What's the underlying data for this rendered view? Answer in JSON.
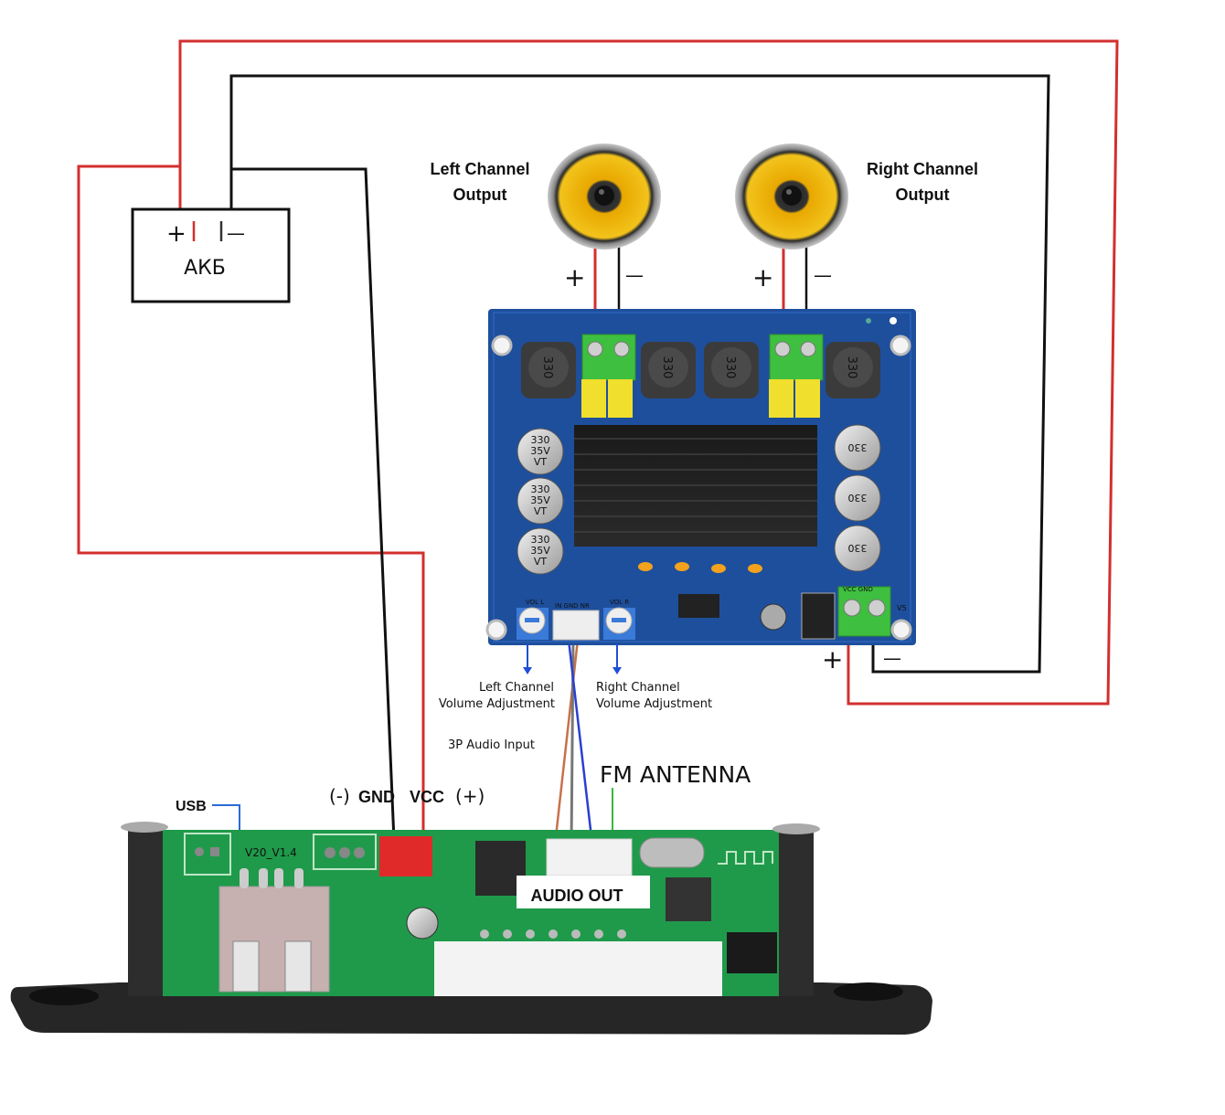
{
  "battery": {
    "label": "АКБ",
    "plus": "+",
    "minus": "—"
  },
  "speakers": {
    "left": {
      "label_line1": "Left Channel",
      "label_line2": "Output",
      "plus": "+",
      "minus": "—"
    },
    "right": {
      "label_line1": "Right Channel",
      "label_line2": "Output",
      "plus": "+",
      "minus": "—"
    }
  },
  "amplifier": {
    "inductor_marking": "330",
    "capacitor_marking": [
      "330",
      "35V",
      "VT"
    ],
    "pot_left_label": "VOL L",
    "pot_right_label": "VOL R",
    "input_connector_label": "IN GND NR",
    "power_terminal_label": "VCC GND",
    "power_plus": "+",
    "power_minus": "—",
    "board_id": "V5"
  },
  "annotations": {
    "left_volume_line1": "Left Channel",
    "left_volume_line2": "Volume Adjustment",
    "right_volume_line1": "Right Channel",
    "right_volume_line2": "Volume Adjustment",
    "audio_input": "3P Audio Input",
    "fm_antenna": "FM ANTENNA",
    "usb": "USB",
    "gnd_sign": "(-)",
    "gnd": "GND",
    "vcc": "VCC",
    "vcc_sign": "(+)",
    "audio_out": "AUDIO OUT"
  },
  "mp3_board": {
    "version": "V20_V1.4"
  },
  "colors": {
    "positive_wire": "#d32f2f",
    "negative_wire": "#111111",
    "amp_pcb": "#1e4f9c",
    "mp3_pcb": "#1f9a4a",
    "fm_antenna": "#3cb93c",
    "pointer_blue": "#1f4fd6",
    "audio_left_wire": "#c8704a",
    "audio_right_wire": "#2b3fd0"
  }
}
